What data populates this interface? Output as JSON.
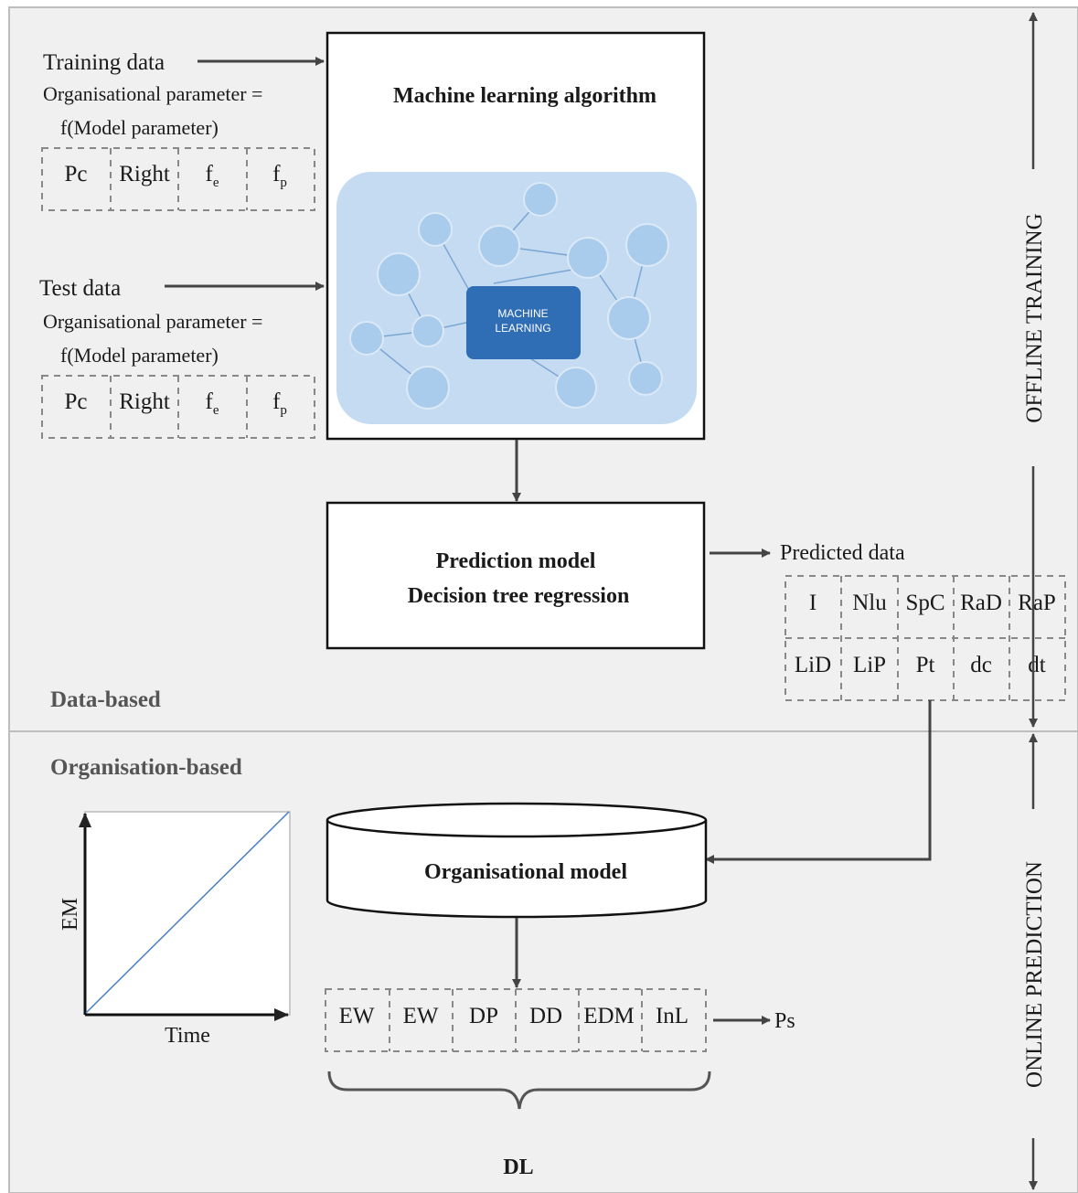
{
  "sections": {
    "data_based": "Data-based",
    "organisation_based": "Organisation-based"
  },
  "side_labels": {
    "offline": "OFFLINE TRAINING",
    "online": "ONLINE PREDICTION"
  },
  "training": {
    "title": "Training data",
    "param_line1": "Organisational parameter =",
    "param_line2": "f(Model parameter)",
    "cells": [
      "Pc",
      "Right",
      "fe",
      "fp"
    ]
  },
  "test": {
    "title": "Test data",
    "param_line1": "Organisational parameter =",
    "param_line2": "f(Model parameter)",
    "cells": [
      "Pc",
      "Right",
      "fe",
      "fp"
    ]
  },
  "ml_box": {
    "title": "Machine learning algorithm",
    "center_line1": "MACHINE",
    "center_line2": "LEARNING"
  },
  "prediction": {
    "line1": "Prediction model",
    "line2": "Decision tree regression"
  },
  "predicted": {
    "title": "Predicted data",
    "row1": [
      "I",
      "Nlu",
      "SpC",
      "RaD",
      "RaP"
    ],
    "row2": [
      "LiD",
      "LiP",
      "Pt",
      "dc",
      "dt"
    ]
  },
  "org_model": {
    "title": "Organisational model"
  },
  "dl": {
    "cells": [
      "EW",
      "EW",
      "DP",
      "DD",
      "EDM",
      "InL"
    ],
    "output": "Ps",
    "brace_label": "DL"
  },
  "graph": {
    "ylabel": "EM",
    "xlabel": "Time"
  },
  "colors": {
    "section_bg": "#f0f0f0",
    "node_fill": "#a9cbec",
    "node_stroke": "#dbe9f6",
    "panel_fill": "#c4dbf1",
    "ml_center": "#2f6db5",
    "line": "#3a6fb5"
  }
}
